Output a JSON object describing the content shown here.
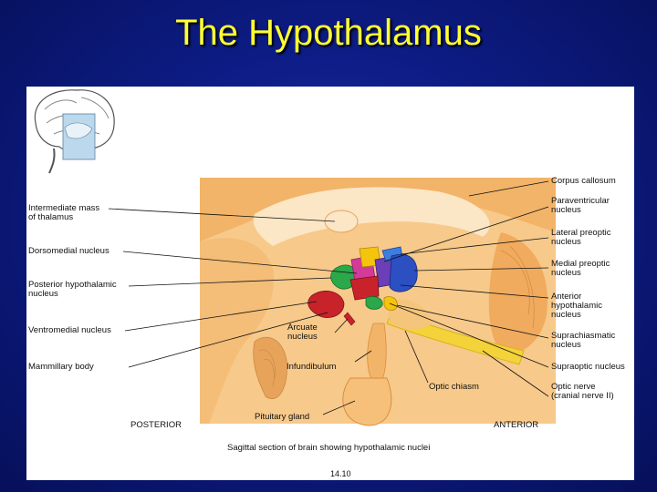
{
  "slide": {
    "title": "The Hypothalamus"
  },
  "figure": {
    "left_labels": [
      {
        "line1": "Intermediate mass",
        "line2": "of thalamus"
      },
      {
        "line1": "Dorsomedial nucleus",
        "line2": ""
      },
      {
        "line1": "Posterior hypothalamic",
        "line2": "nucleus"
      },
      {
        "line1": "Ventromedial nucleus",
        "line2": ""
      },
      {
        "line1": "Mammillary body",
        "line2": ""
      }
    ],
    "right_labels": [
      {
        "line1": "Corpus callosum",
        "line2": "",
        "line3": ""
      },
      {
        "line1": "Paraventricular",
        "line2": "nucleus",
        "line3": ""
      },
      {
        "line1": "Lateral preoptic",
        "line2": "nucleus",
        "line3": ""
      },
      {
        "line1": "Medial preoptic",
        "line2": "nucleus",
        "line3": ""
      },
      {
        "line1": "Anterior",
        "line2": "hypothalamic",
        "line3": "nucleus"
      },
      {
        "line1": "Suprachiasmatic",
        "line2": "nucleus",
        "line3": ""
      },
      {
        "line1": "Supraoptic nucleus",
        "line2": "",
        "line3": ""
      },
      {
        "line1": "Optic nerve",
        "line2": "(cranial nerve II)",
        "line3": ""
      }
    ],
    "center_labels": {
      "arcuate_1": "Arcuate",
      "arcuate_2": "nucleus",
      "infundibulum": "Infundibulum",
      "optic_chiasm": "Optic chiasm",
      "pituitary": "Pituitary gland"
    },
    "orientation": {
      "posterior": "POSTERIOR",
      "anterior": "ANTERIOR"
    },
    "caption": "Sagittal section of brain showing hypothalamic nuclei",
    "figure_number": "14.10",
    "colors": {
      "tissue": "#f2b468",
      "tissue_light": "#f9d6a4",
      "ventricle": "#fbe6c6",
      "optic_nerve": "#f3d23a",
      "green": "#2aa84a",
      "magenta": "#d23b9a",
      "red": "#c8232b",
      "blue": "#2c4fc2",
      "purple": "#6a3fb8",
      "yellow": "#f5c40d"
    }
  }
}
